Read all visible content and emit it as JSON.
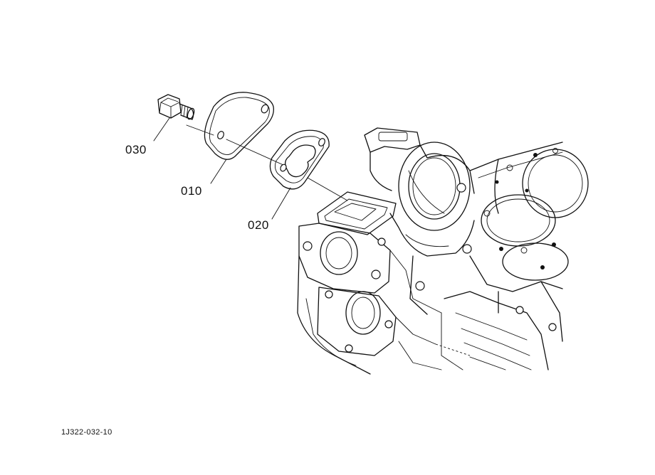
{
  "diagram": {
    "callouts": {
      "bolt": "030",
      "cover": "010",
      "gasket": "020"
    },
    "drawing_id": "1J322-032-10"
  }
}
